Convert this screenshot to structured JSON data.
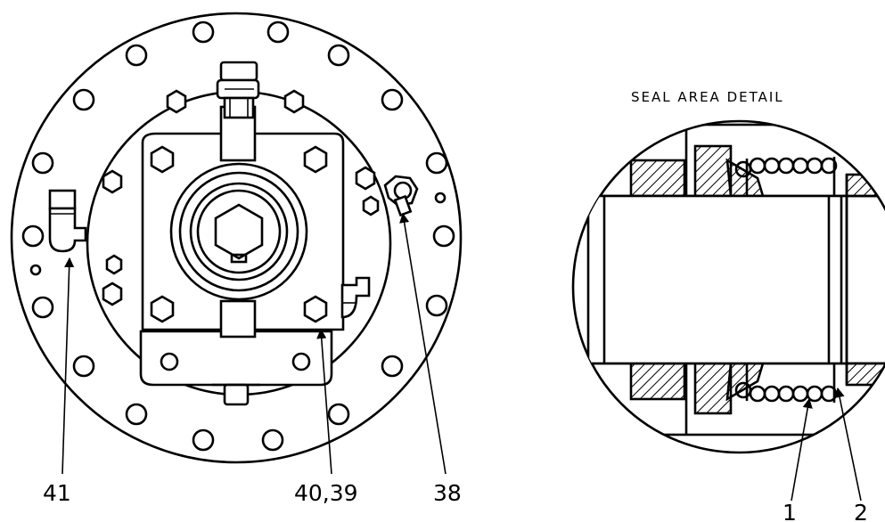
{
  "detail_title": "SEAL AREA DETAIL",
  "callouts": {
    "c41": "41",
    "c4039": "40,39",
    "c38": "38",
    "c1": "1",
    "c2": "2"
  }
}
